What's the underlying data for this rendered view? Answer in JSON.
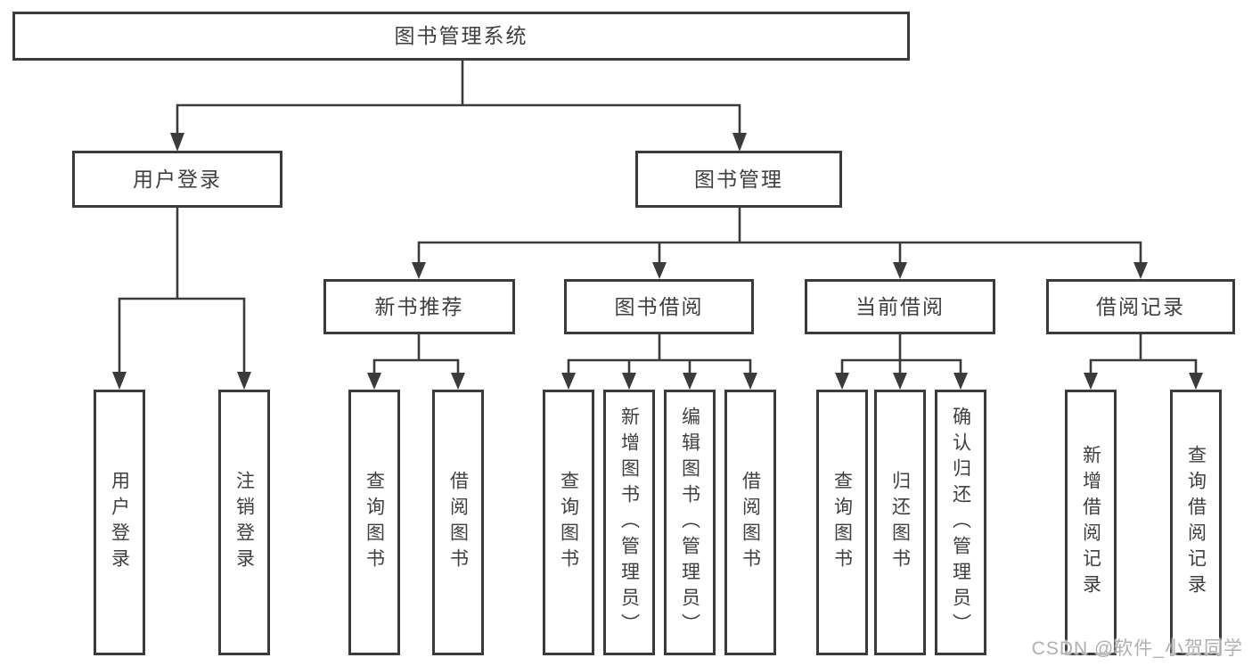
{
  "diagram": {
    "nodes": {
      "root": "图书管理系统",
      "level2": [
        "用户登录",
        "图书管理"
      ],
      "level3": [
        "新书推荐",
        "图书借阅",
        "当前借阅",
        "借阅记录"
      ],
      "leaves_user_login": [
        "用户登录",
        "注销登录"
      ],
      "leaves_new_book": [
        "查询图书",
        "借阅图书"
      ],
      "leaves_book_borrowing": [
        "查询图书",
        "新增图书（管理员）",
        "编辑图书（管理员）",
        "借阅图书"
      ],
      "leaves_current_borrowing": [
        "查询图书",
        "归还图书",
        "确认归还（管理员）"
      ],
      "leaves_borrowing_records": [
        "新增借阅记录",
        "查询借阅记录"
      ]
    },
    "watermark": "CSDN @软件_小贺同学",
    "colors": {
      "line": "#3b3b3b",
      "text": "#3f3f3f",
      "background": "#ffffff",
      "watermark": "#b0b0b0"
    }
  }
}
